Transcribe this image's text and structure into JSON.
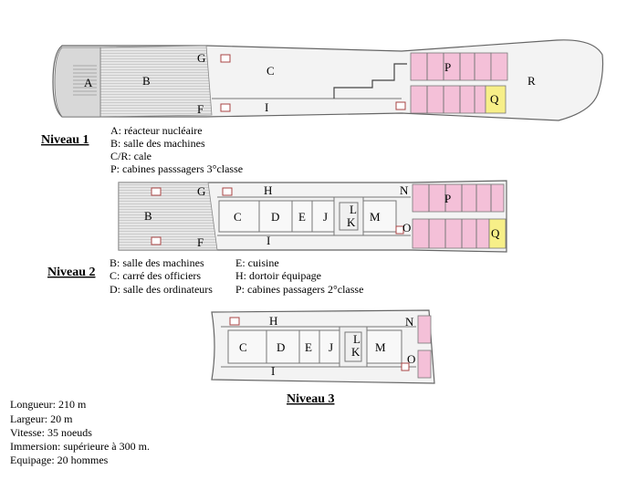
{
  "labels": {
    "A": "A",
    "B": "B",
    "C": "C",
    "D": "D",
    "E": "E",
    "F": "F",
    "G": "G",
    "H": "H",
    "I": "I",
    "J": "J",
    "K": "K",
    "L": "L",
    "M": "M",
    "N": "N",
    "O": "O",
    "P": "P",
    "Q": "Q",
    "R": "R"
  },
  "levels": [
    {
      "title": "Niveau 1",
      "legend": [
        "A: réacteur nucléaire",
        "B: salle des machines",
        "C/R: cale",
        "P: cabines passsagers 3°classe"
      ]
    },
    {
      "title": "Niveau 2",
      "legend_left": [
        "B: salle des machines",
        "C: carré des officiers",
        "D: salle des ordinateurs"
      ],
      "legend_right": [
        "E: cuisine",
        "H: dortoir équipage",
        "P: cabines passagers  2°classe"
      ]
    },
    {
      "title": "Niveau 3"
    }
  ],
  "specs": [
    "Longueur: 210 m",
    "Largeur: 20 m",
    "Vitesse: 35 noeuds",
    "Immersion: supérieure à 300 m.",
    "Equipage: 20 hommes"
  ],
  "colors": {
    "cabin_pink": "#f4c0d8",
    "cabin_yellow": "#f7ef88",
    "hull_gray": "#e2e2e2",
    "outline": "#555555"
  }
}
